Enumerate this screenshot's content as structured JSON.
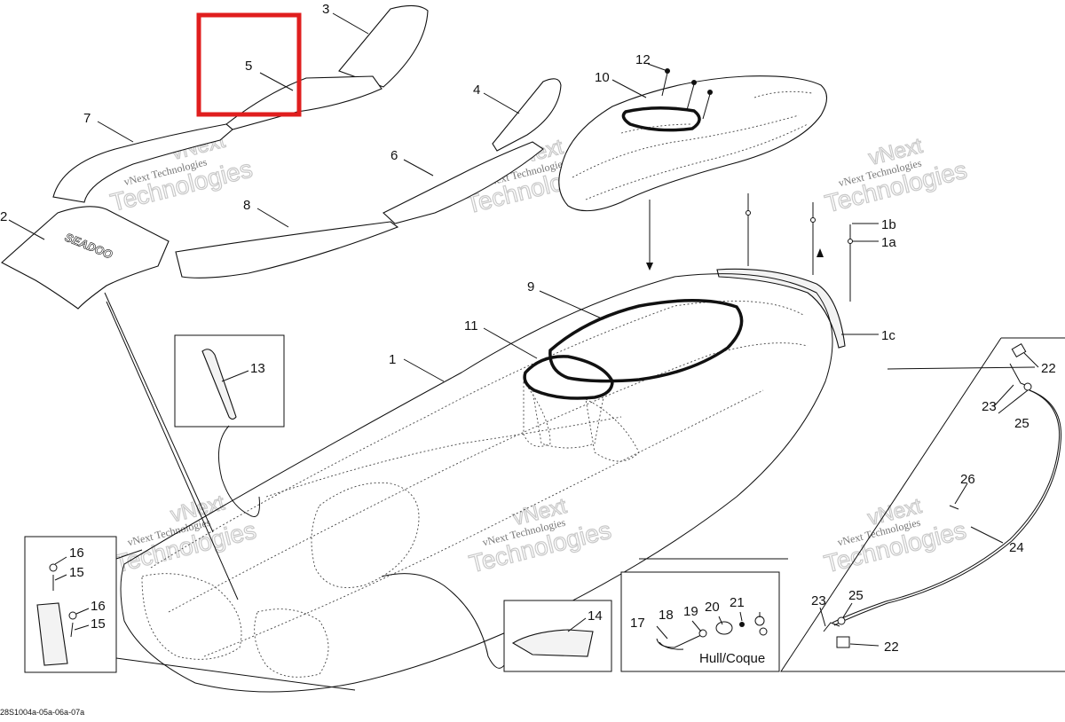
{
  "diagram": {
    "callouts": {
      "c1": "1",
      "c1a": "1a",
      "c1b": "1b",
      "c1c": "1c",
      "c2": "2",
      "c3": "3",
      "c4": "4",
      "c5": "5",
      "c6": "6",
      "c7": "7",
      "c8": "8",
      "c9": "9",
      "c10": "10",
      "c11": "11",
      "c12": "12",
      "c13": "13",
      "c14": "14",
      "c15a": "15",
      "c15b": "15",
      "c16a": "16",
      "c16b": "16",
      "c17": "17",
      "c18": "18",
      "c19": "19",
      "c20": "20",
      "c21": "21",
      "c22a": "22",
      "c22b": "22",
      "c23a": "23",
      "c23b": "23",
      "c24": "24",
      "c25a": "25",
      "c25b": "25",
      "c26": "26"
    },
    "hull_label": "Hull/Coque",
    "mat_logo": "SEADOO",
    "watermark": {
      "line1": "vNext Technologies",
      "line2": "vNext",
      "line3": "Technologies"
    },
    "highlight_color": "#e01e1e",
    "figure_code": "28S1004a-05a-06a-07a"
  }
}
